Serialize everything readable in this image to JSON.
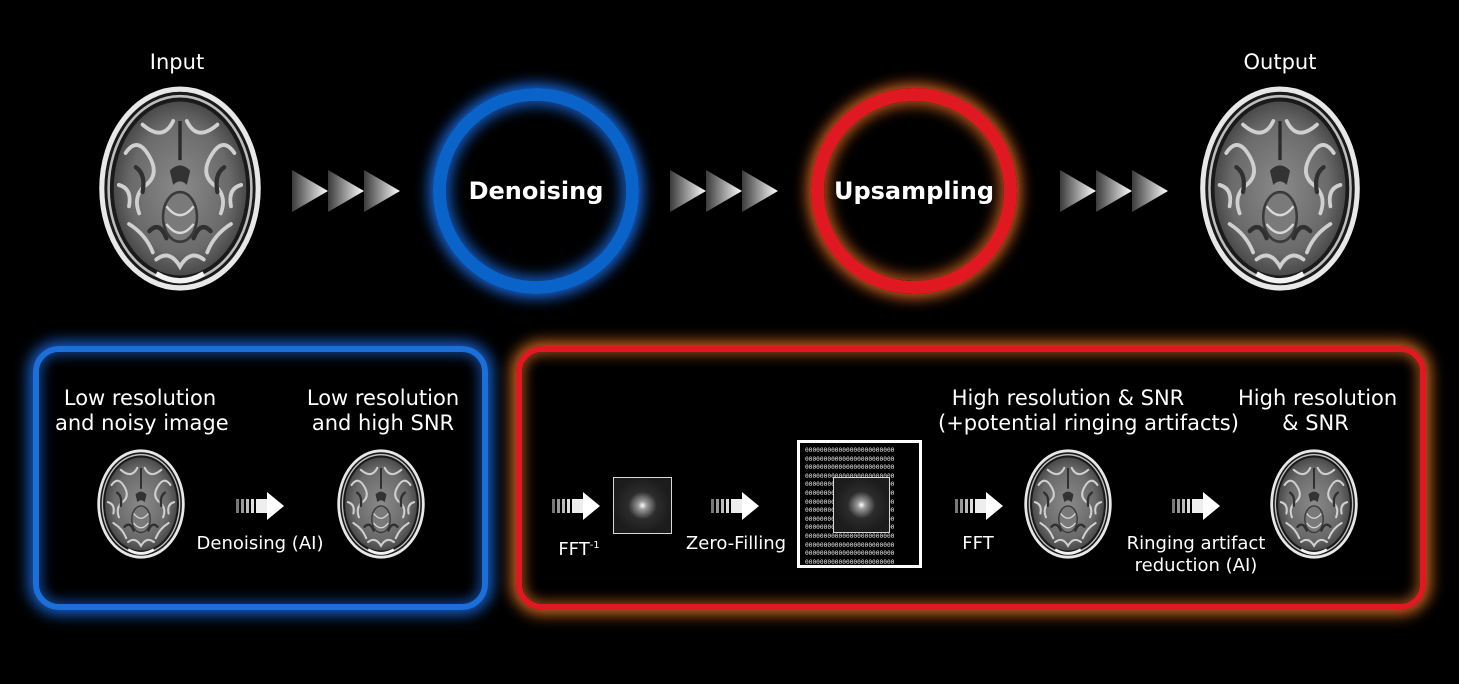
{
  "top": {
    "input_label": "Input",
    "output_label": "Output",
    "denoising_label": "Denoising",
    "upsampling_label": "Upsampling",
    "input_icon": "brain-mri-scan",
    "output_icon": "brain-mri-scan"
  },
  "denoise_panel": {
    "before_label_1": "Low resolution",
    "before_label_2": "and noisy image",
    "after_label_1": "Low resolution",
    "after_label_2": "and high SNR",
    "step_label": "Denoising (AI)"
  },
  "upsample_panel": {
    "fft_inv_label": "FFT",
    "fft_inv_sup": "-1",
    "zero_fill_label": "Zero-Filling",
    "fft_label": "FFT",
    "high_res_label_1": "High resolution & SNR",
    "high_res_label_2": "(+potential ringing artifacts)",
    "ringing_label_1": "Ringing artifact",
    "ringing_label_2": "reduction (AI)",
    "final_label_1": "High resolution",
    "final_label_2": "& SNR",
    "zero_char": "0"
  },
  "colors": {
    "denoise_accent": "#0a63c8",
    "upsample_accent": "#e01822",
    "glow_orange": "#ff8228"
  }
}
